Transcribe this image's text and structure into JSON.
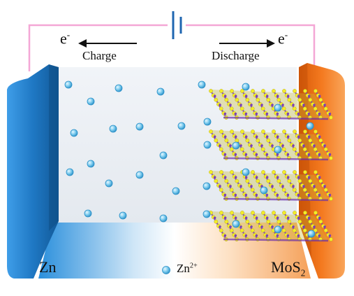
{
  "labels": {
    "electron_left": "e",
    "electron_right": "e",
    "electron_sign": "-",
    "charge": "Charge",
    "discharge": "Discharge",
    "anode": "Zn",
    "cathode_base": "MoS",
    "cathode_sub": "2",
    "ion_base": "Zn",
    "ion_sup": "2+"
  },
  "icons": {
    "battery": "battery-symbol-icon",
    "ion": "zn-ion-icon"
  },
  "colors": {
    "wire": "#f4a7d6",
    "battery_symbol": "#1f66b0",
    "zn_electrode": "#1b6fb4",
    "zn_electrode_dark": "#0f4e85",
    "mos2_electrode": "#f06d14",
    "mos2_electrode_dark": "#c24f08",
    "ion": "#6fc3ea",
    "sulfur_atom": "#f3ec2a",
    "molybdenum_atom": "#7a3fb8"
  }
}
